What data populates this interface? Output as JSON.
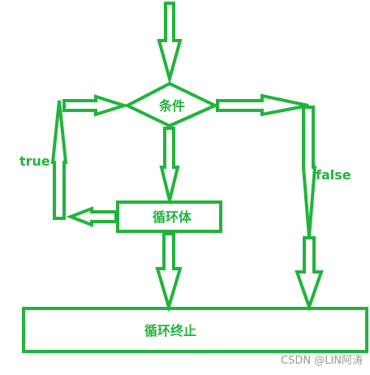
{
  "diagram": {
    "condition_label": "条件",
    "loop_body_label": "循环体",
    "loop_end_label": "循环终止",
    "true_label": "true",
    "false_label": "false"
  },
  "watermark": "CSDN @LIN阿涛",
  "colors": {
    "stroke": "#22b33c",
    "watermark": "#9a9a9a",
    "background": "#ffffff"
  }
}
